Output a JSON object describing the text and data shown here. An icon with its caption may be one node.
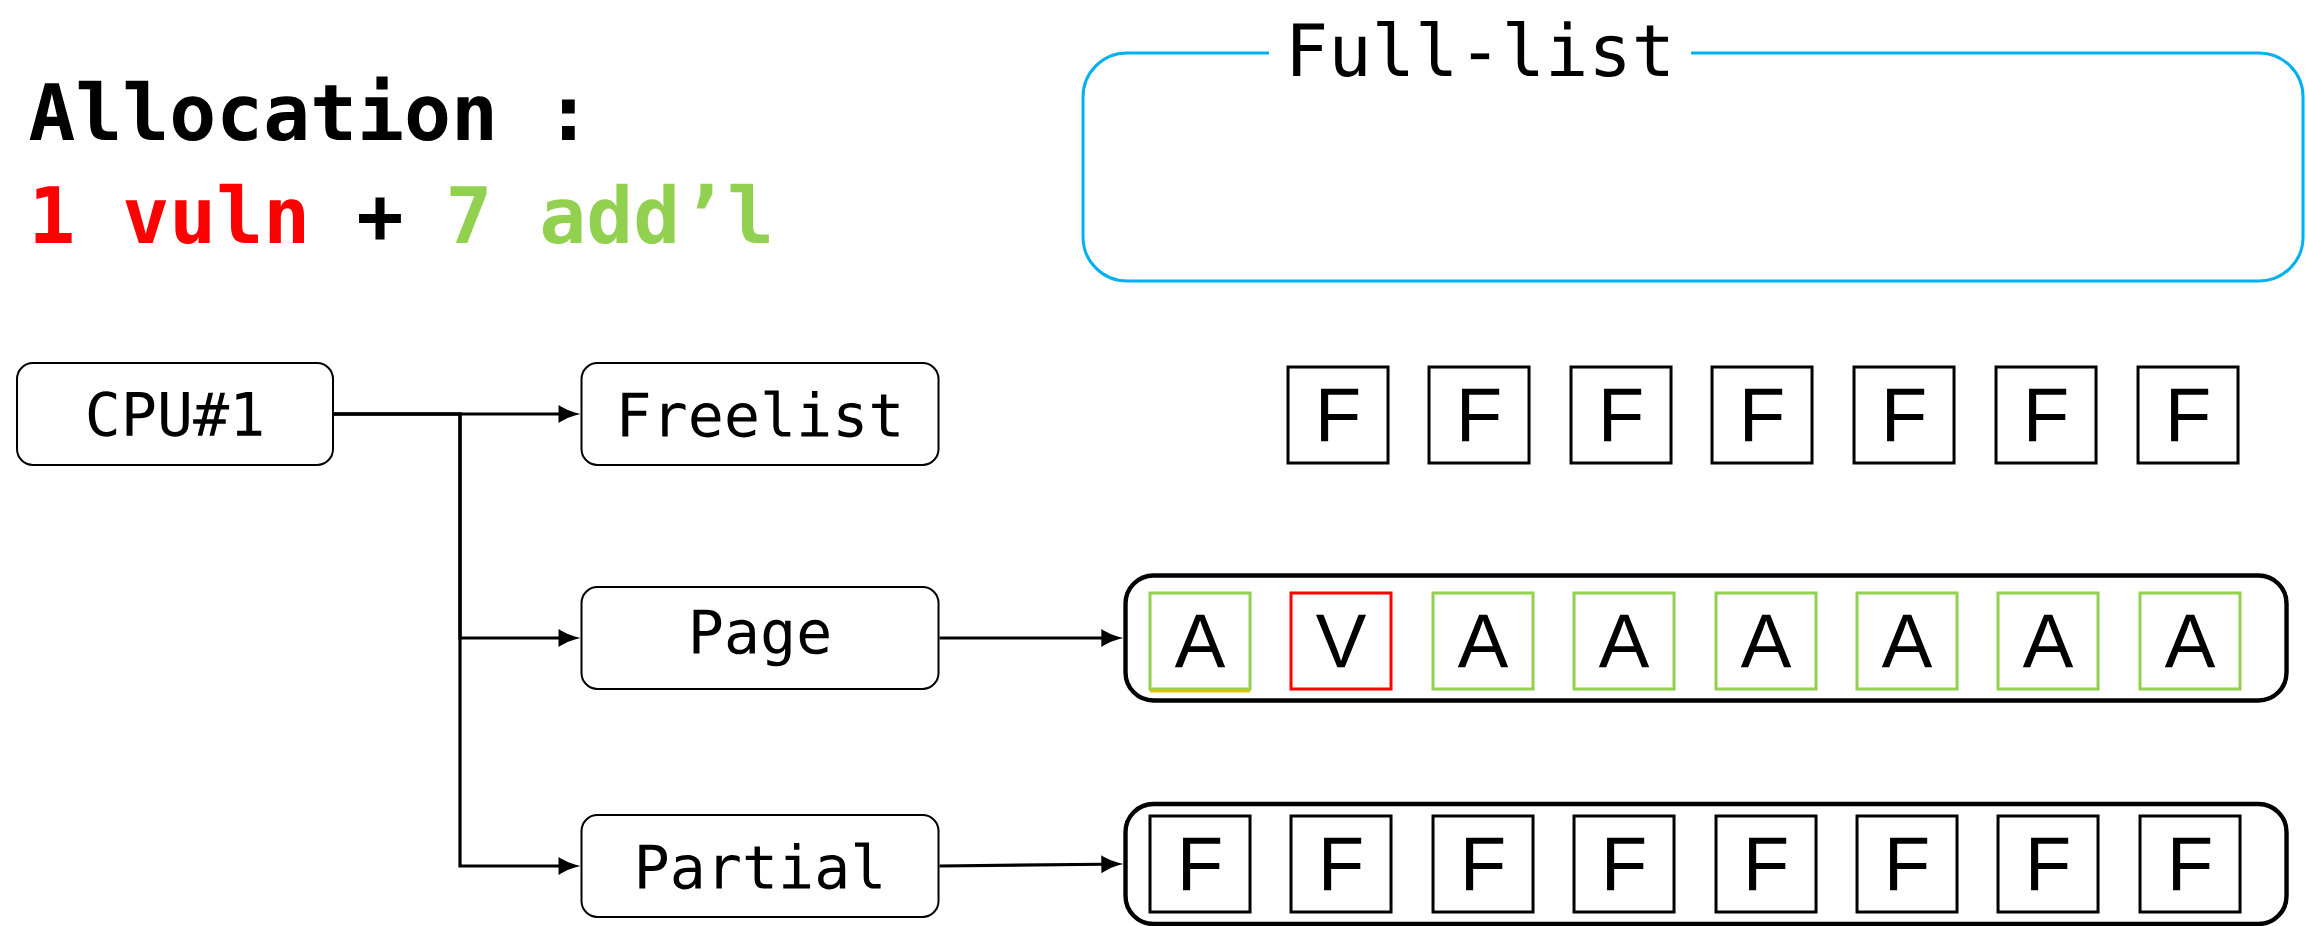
{
  "diagram": {
    "title": "Allocation :",
    "nodes": [
      {
        "text": [
          "Full-list"
        ]
      },
      {
        "text": [
          "CPU#1"
        ]
      },
      {
        "text": [
          "Freelist"
        ]
      },
      {
        "text": [
          "Page"
        ]
      },
      {
        "text": [
          "Partial"
        ]
      },
      {
        "text": [
          "F"
        ]
      },
      {
        "text": [
          "F"
        ]
      },
      {
        "text": [
          "F"
        ]
      },
      {
        "text": [
          "F"
        ]
      },
      {
        "text": [
          "F"
        ]
      },
      {
        "text": [
          "F"
        ]
      },
      {
        "text": [
          "F"
        ]
      },
      {
        "text": [],
        "shape": "box"
      },
      {
        "text": [
          "A"
        ],
        "in": 12
      },
      {
        "text": [
          "V"
        ],
        "in": 12
      },
      {
        "text": [
          "A"
        ],
        "in": 12
      },
      {
        "text": [
          "A"
        ],
        "in": 12
      },
      {
        "text": [
          "A"
        ],
        "in": 12
      },
      {
        "text": [
          "A"
        ],
        "in": 12
      },
      {
        "text": [
          "A"
        ],
        "in": 12
      },
      {
        "text": [
          "A"
        ],
        "in": 12
      },
      {
        "text": [],
        "shape": "box"
      },
      {
        "text": [
          "F"
        ],
        "in": 21
      },
      {
        "text": [
          "F"
        ],
        "in": 21
      },
      {
        "text": [
          "F"
        ],
        "in": 21
      },
      {
        "text": [
          "F"
        ],
        "in": 21
      },
      {
        "text": [
          "F"
        ],
        "in": 21
      },
      {
        "text": [
          "F"
        ],
        "in": 21
      },
      {
        "text": [
          "F"
        ],
        "in": 21
      },
      {
        "text": [
          "F"
        ],
        "in": 21
      }
    ],
    "edges": [
      {
        "from": 1,
        "to": 2,
        "arrow": "to"
      },
      {
        "from": 1,
        "to": 3,
        "arrow": "to"
      },
      {
        "from": 1,
        "to": 4,
        "arrow": "to"
      },
      {
        "from": 3,
        "to": 12,
        "arrow": "to"
      },
      {
        "from": 4,
        "to": 21,
        "arrow": "to"
      }
    ],
    "labels": [
      "1 vuln",
      "+",
      "7 add’l"
    ]
  }
}
